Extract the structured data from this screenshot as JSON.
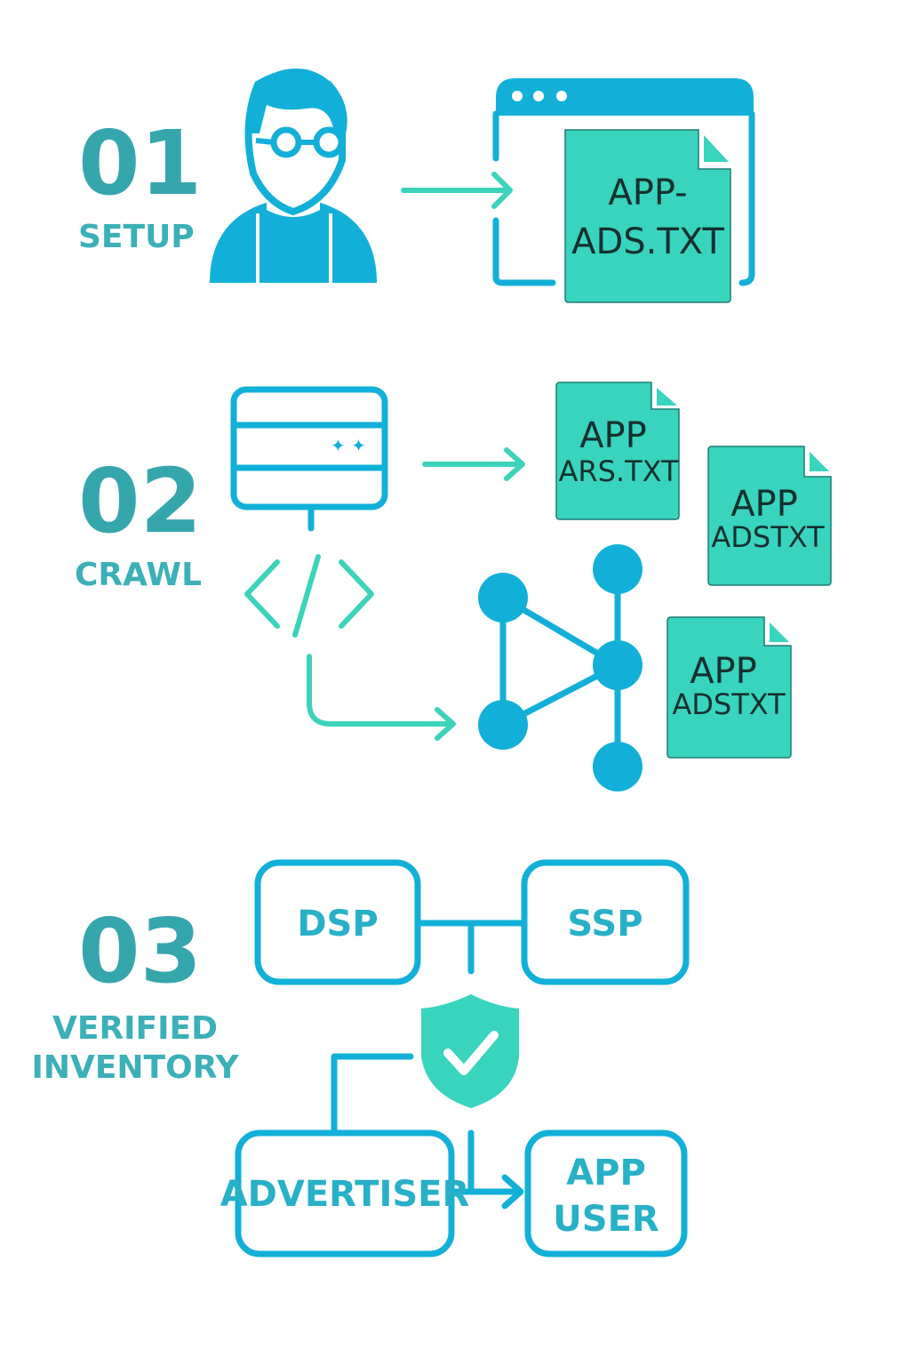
{
  "colors": {
    "blue": "#12b0d8",
    "teal": "#38d4be",
    "number": "#36a6ad",
    "text_dark": "#15302e"
  },
  "steps": [
    {
      "number": "01",
      "label": "SETUP",
      "file": [
        "APP-",
        "ADS.TXT"
      ]
    },
    {
      "number": "02",
      "label": "CRAWL",
      "files": [
        [
          "APP",
          "ARS.TXT"
        ],
        [
          "APP",
          "ADSTXT"
        ],
        [
          "APP",
          "ADSTXT"
        ]
      ]
    },
    {
      "number": "03",
      "label": [
        "VERIFIED",
        "INVENTORY"
      ],
      "boxes": {
        "dsp": "DSP",
        "ssp": "SSP",
        "advertiser": "ADVERTISER",
        "app_user": [
          "APP",
          "USER"
        ]
      }
    }
  ]
}
